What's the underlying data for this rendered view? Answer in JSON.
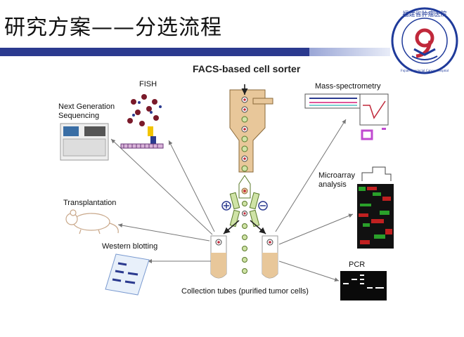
{
  "slide": {
    "title": "研究方案——分选流程"
  },
  "logo": {
    "text": "福建省肿瘤医院",
    "subtext": "Fujian Provincial Cancer Hospital"
  },
  "diagram": {
    "header": "FACS-based cell sorter",
    "labels": {
      "fish": "FISH",
      "ngs_line1": "Next Generation",
      "ngs_line2": "Sequencing",
      "transplantation": "Transplantation",
      "western": "Western blotting",
      "collection": "Collection tubes (purified tumor cells)",
      "mass_spec": "Mass-spectrometry",
      "microarray_line1": "Microarray",
      "microarray_line2": "analysis",
      "pcr": "PCR"
    }
  },
  "colors": {
    "title_bar": "#2b3a8f",
    "tube_fill": "#e8c79a",
    "tumor_cell": "#c0283a",
    "arrow": "#777777"
  }
}
